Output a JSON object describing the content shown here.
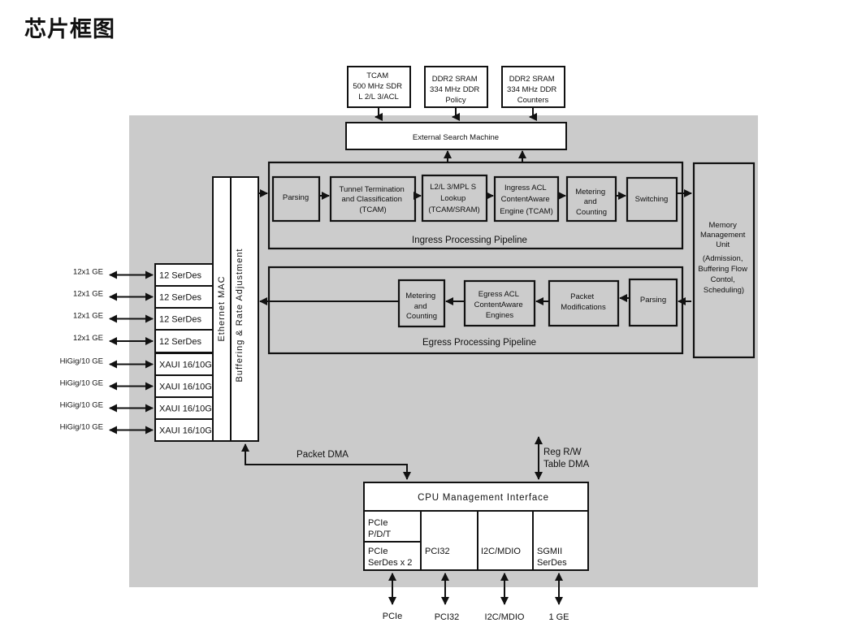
{
  "title": "芯片框图",
  "memories": {
    "tcam": [
      "TCAM",
      "500 MHz SDR",
      "L 2/L 3/ACL"
    ],
    "ddr_policy": [
      "DDR2 SRAM",
      "334 MHz DDR",
      "Policy"
    ],
    "ddr_counters": [
      "DDR2 SRAM",
      "334 MHz DDR",
      "Counters"
    ]
  },
  "external_search": "External Search Machine",
  "ingress": {
    "label": "Ingress Processing Pipeline",
    "parsing": [
      "Parsing"
    ],
    "tunnel": [
      "Tunnel Termination",
      "and Classification",
      "(TCAM)"
    ],
    "lookup": [
      "L2/L 3/MPL S",
      "Lookup",
      "(TCAM/SRAM)"
    ],
    "acl": [
      "Ingress ACL",
      "ContentAware",
      "Engine (TCAM)"
    ],
    "metering": [
      "Metering",
      "and",
      "Counting"
    ],
    "switching": [
      "Switching"
    ]
  },
  "egress": {
    "label": "Egress Processing Pipeline",
    "parsing": [
      "Parsing"
    ],
    "packet_mod": [
      "Packet",
      "Modifications"
    ],
    "acl": [
      "Egress ACL",
      "ContentAware",
      "Engines"
    ],
    "metering": [
      "Metering",
      "and",
      "Counting"
    ]
  },
  "memory_unit": [
    "Memory",
    "Management",
    "Unit",
    "",
    "(Admission,",
    "Buffering Flow",
    "Contol,",
    "Scheduling)"
  ],
  "ethernet_mac": "Ethernet MAC",
  "buffering": "Buffering & Rate Adjustment",
  "ports": [
    {
      "ext": "12x1 GE",
      "name": "12 SerDes"
    },
    {
      "ext": "12x1 GE",
      "name": "12 SerDes"
    },
    {
      "ext": "12x1 GE",
      "name": "12 SerDes"
    },
    {
      "ext": "12x1 GE",
      "name": "12 SerDes"
    },
    {
      "ext": "HiGig/10 GE",
      "name": "XAUI 16/10G"
    },
    {
      "ext": "HiGig/10 GE",
      "name": "XAUI 16/10G"
    },
    {
      "ext": "HiGig/10 GE",
      "name": "XAUI 16/10G"
    },
    {
      "ext": "HiGig/10 GE",
      "name": "XAUI 16/10G"
    }
  ],
  "packet_dma": "Packet DMA",
  "reg": [
    "Reg R/W",
    "Table DMA"
  ],
  "cpu": {
    "title": "CPU Management Interface",
    "pcie_pdt": [
      "PCIe",
      "P/D/T"
    ],
    "pcie_serdes": [
      "PCIe",
      "SerDes x 2"
    ],
    "pci32": [
      "PCI32"
    ],
    "i2c": [
      "I2C/MDIO"
    ],
    "sgmii": [
      "SGMII",
      "SerDes"
    ]
  },
  "bottom_labels": [
    "PCIe",
    "PCI32",
    "I2C/MDIO",
    "1 GE"
  ]
}
